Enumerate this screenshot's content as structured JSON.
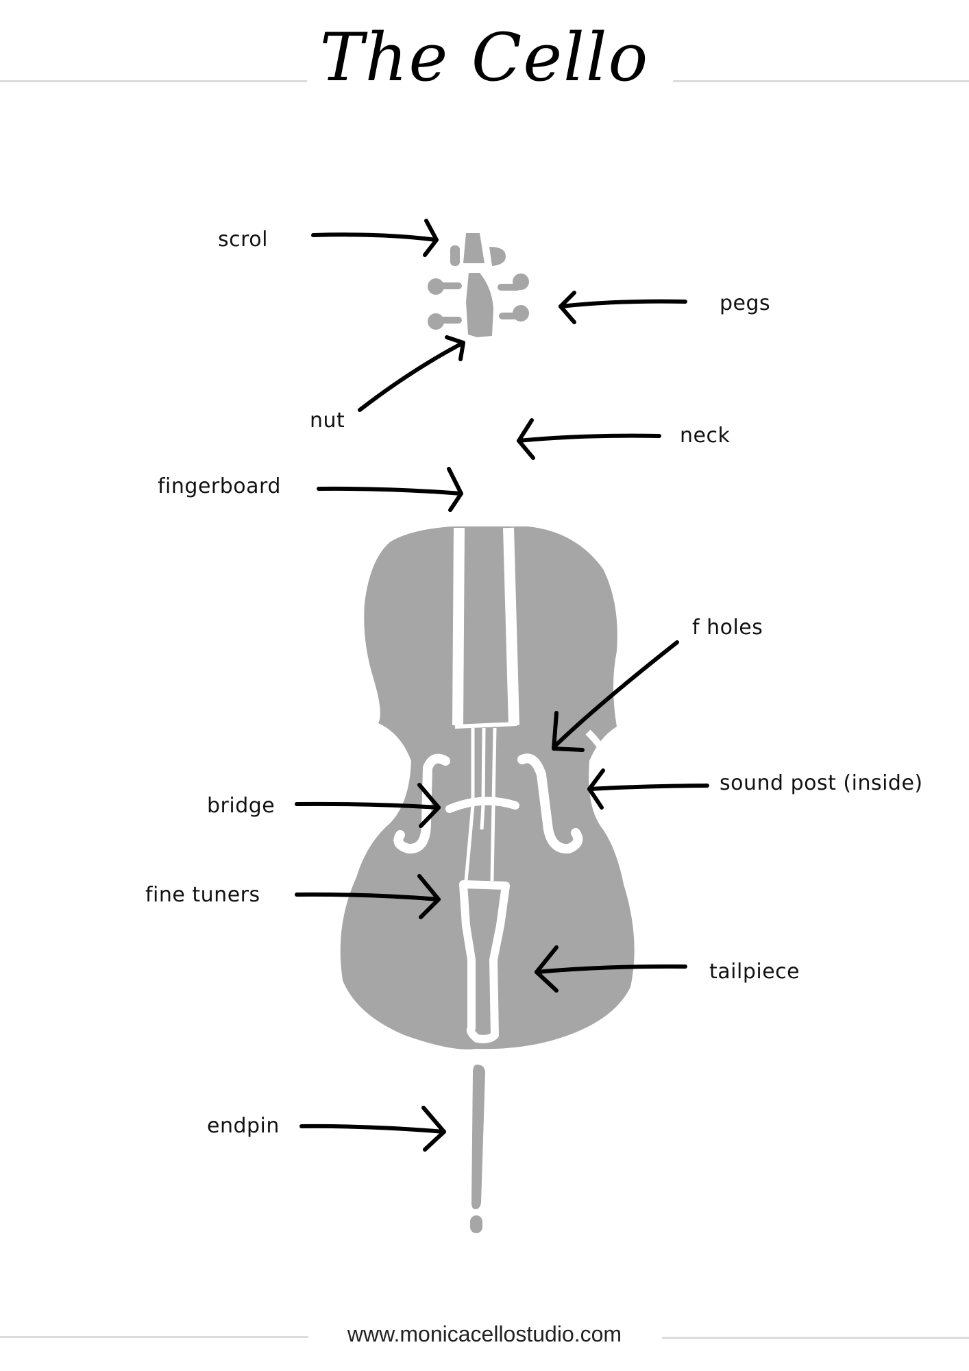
{
  "header": {
    "title": "The Cello",
    "divider_color": "#dcdcdc"
  },
  "diagram": {
    "instrument": "cello",
    "body_color": "#a6a6a6",
    "arrow_color": "#000000",
    "labels": [
      {
        "id": "scroll",
        "text": "scrol",
        "side": "left"
      },
      {
        "id": "pegs",
        "text": "pegs",
        "side": "right"
      },
      {
        "id": "nut",
        "text": "nut",
        "side": "left"
      },
      {
        "id": "neck",
        "text": "neck",
        "side": "right"
      },
      {
        "id": "fingerboard",
        "text": "fingerboard",
        "side": "left"
      },
      {
        "id": "f-holes",
        "text": "f holes",
        "side": "right"
      },
      {
        "id": "sound-post",
        "text": "sound post (inside)",
        "side": "right"
      },
      {
        "id": "bridge",
        "text": "bridge",
        "side": "left"
      },
      {
        "id": "fine-tuners",
        "text": "fine tuners",
        "side": "left"
      },
      {
        "id": "tailpiece",
        "text": "tailpiece",
        "side": "right"
      },
      {
        "id": "endpin",
        "text": "endpin",
        "side": "left"
      }
    ]
  },
  "footer": {
    "website": "www.monicacellostudio.com"
  }
}
